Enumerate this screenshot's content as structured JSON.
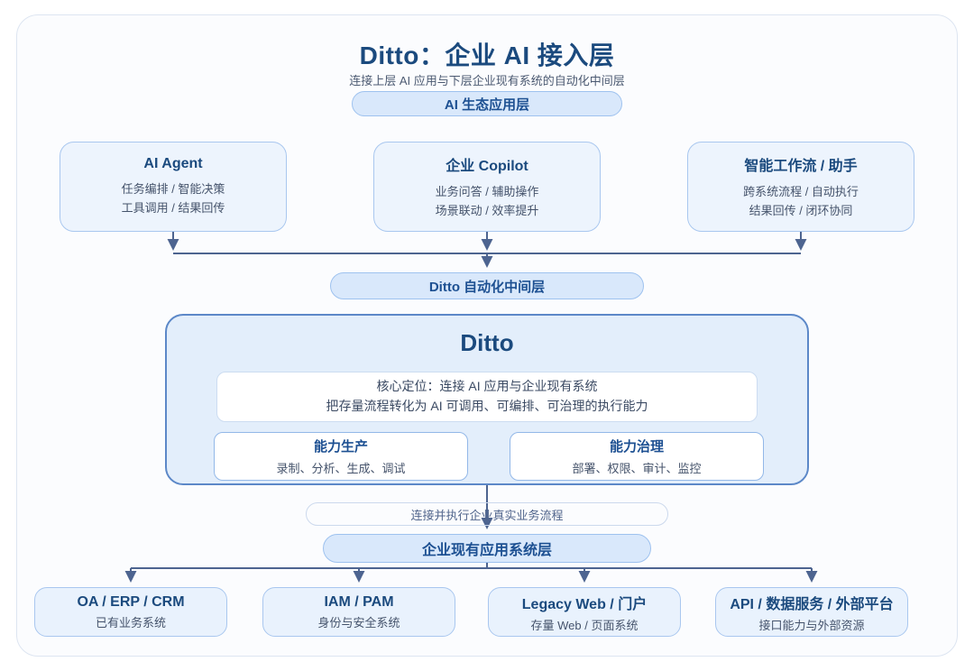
{
  "page": {
    "title": "Ditto：企业 AI 接入层",
    "subtitle": "连接上层 AI 应用与下层企业现有系统的自动化中间层"
  },
  "layers": {
    "ai_app_layer": "AI 生态应用层",
    "middleware_layer": "Ditto 自动化中间层",
    "connect_note": "连接并执行企业真实业务流程",
    "existing_layer": "企业现有应用系统层"
  },
  "top_boxes": [
    {
      "title": "AI Agent",
      "line1": "任务编排 / 智能决策",
      "line2": "工具调用 / 结果回传"
    },
    {
      "title": "企业 Copilot",
      "line1": "业务问答 / 辅助操作",
      "line2": "场景联动 / 效率提升"
    },
    {
      "title": "智能工作流 / 助手",
      "line1": "跨系统流程 / 自动执行",
      "line2": "结果回传 / 闭环协同"
    }
  ],
  "ditto": {
    "title": "Ditto",
    "core_line1": "核心定位：连接 AI 应用与企业现有系统",
    "core_line2": "把存量流程转化为 AI 可调用、可编排、可治理的执行能力",
    "sub_boxes": [
      {
        "title": "能力生产",
        "desc": "录制、分析、生成、调试"
      },
      {
        "title": "能力治理",
        "desc": "部署、权限、审计、监控"
      }
    ]
  },
  "bottom_boxes": [
    {
      "title": "OA / ERP / CRM",
      "desc": "已有业务系统"
    },
    {
      "title": "IAM / PAM",
      "desc": "身份与安全系统"
    },
    {
      "title": "Legacy Web / 门户",
      "desc": "存量 Web / 页面系统"
    },
    {
      "title": "API / 数据服务 / 外部平台",
      "desc": "接口能力与外部资源"
    }
  ],
  "colors": {
    "navy_heading": "#1b4a7e",
    "pill_text": "#1d5092",
    "pill_bg": "#d9e8fb",
    "pill_border": "#9ec2ef",
    "box_bg": "#edf4fd",
    "box_border": "#a9c7ef",
    "big_box_bg": "#e3eefb",
    "big_box_border": "#5c88c8",
    "arrow": "#4d6490"
  }
}
